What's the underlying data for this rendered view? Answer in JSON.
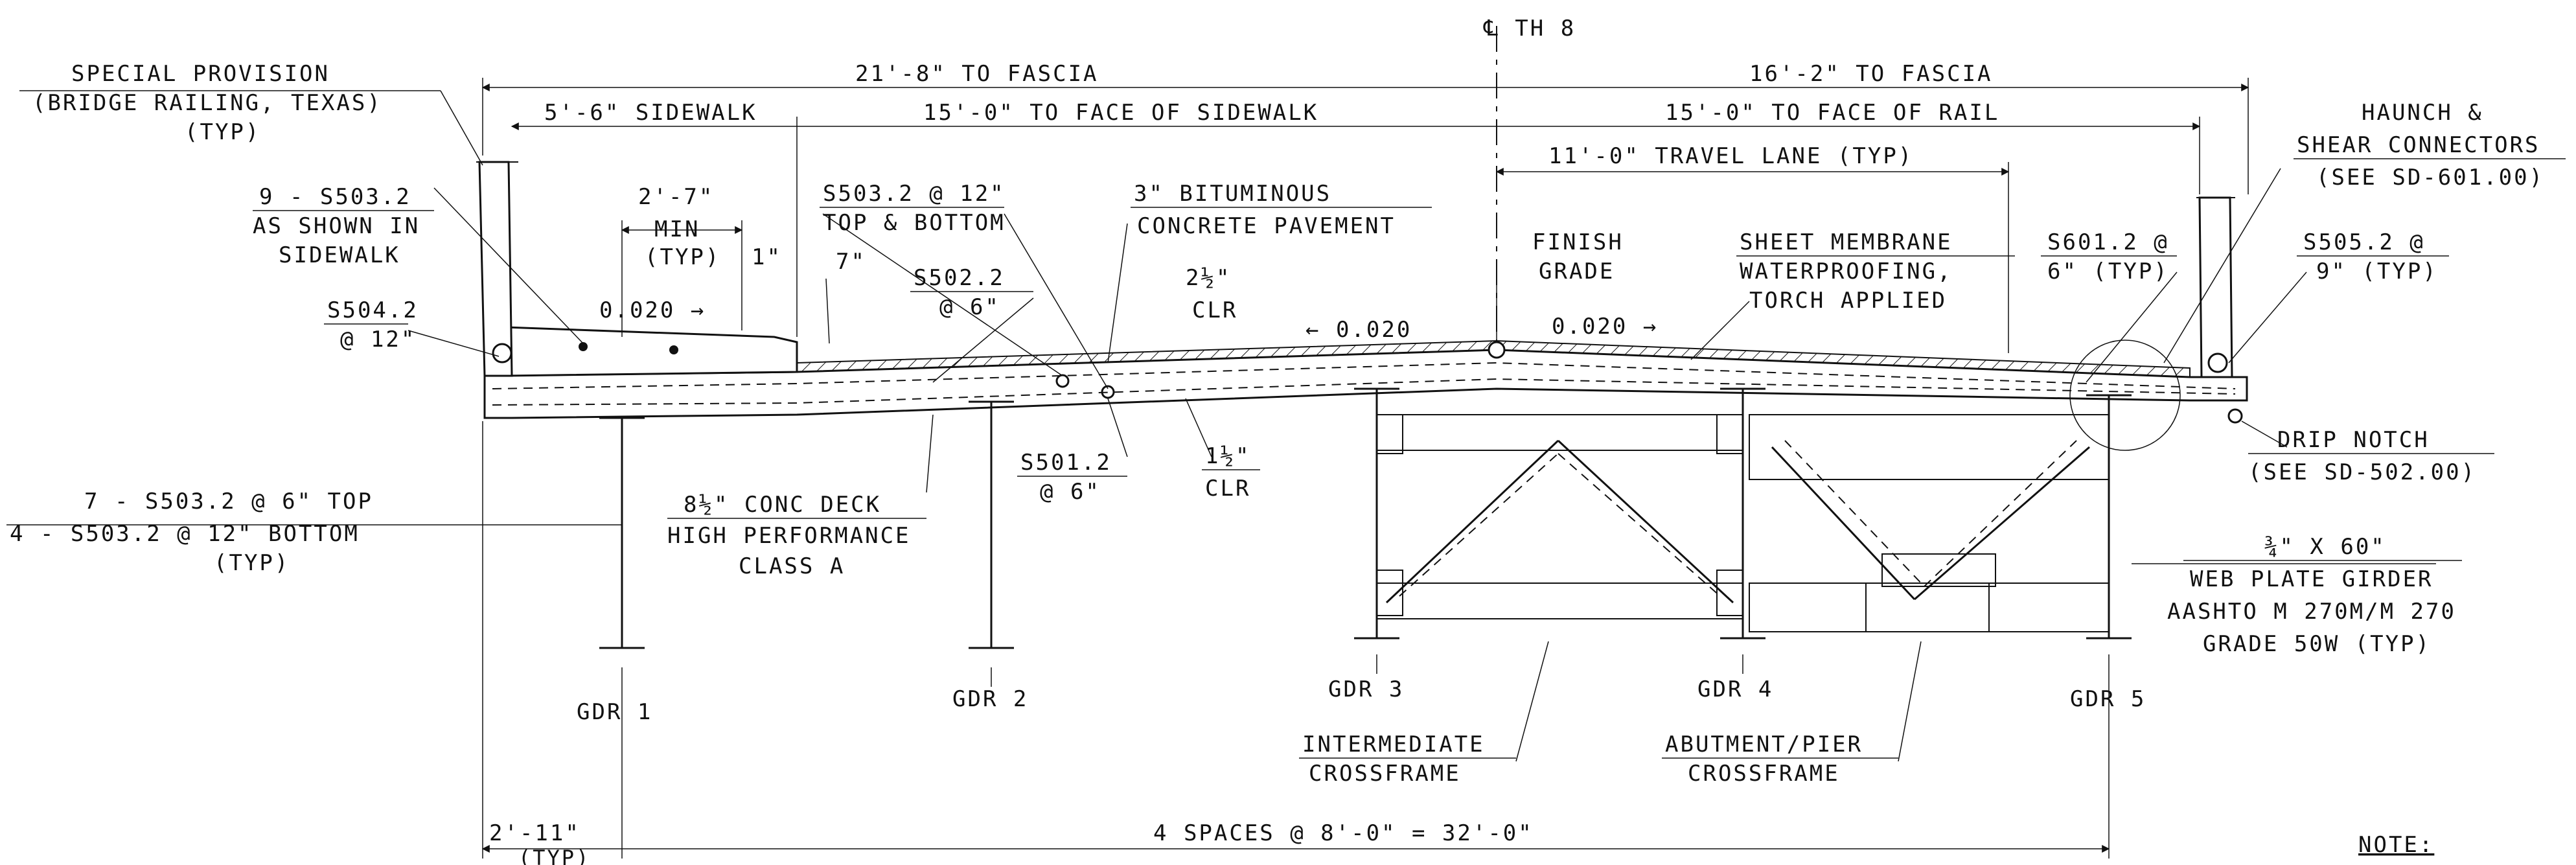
{
  "centerline": "℄ TH 8",
  "dims": {
    "left_fascia": "21'-8\" TO FASCIA",
    "right_fascia": "16'-2\" TO FASCIA",
    "sidewalk": "5'-6\" SIDEWALK",
    "face_sidewalk": "15'-0\" TO FACE OF SIDEWALK",
    "face_rail": "15'-0\" TO FACE OF RAIL",
    "travel_lane": "11'-0\" TRAVEL LANE (TYP)",
    "min_line1": "2'-7\"",
    "min_line2": "MIN",
    "min_line3": "(TYP)",
    "one_inch": "1\"",
    "seven_inch": "7\"",
    "clr_top_line1": "2½\"",
    "clr_top_line2": "CLR",
    "clr_bot_line1": "1½\"",
    "clr_bot_line2": "CLR",
    "overhang_line1": "2'-11\"",
    "overhang_line2": "(TYP)",
    "spaces": "4 SPACES @ 8'-0\" = 32'-0\""
  },
  "slopes": {
    "left_walk": "0.020 →",
    "center_left": "← 0.020",
    "center_right": "0.020 →"
  },
  "notes": {
    "special_line1": "SPECIAL PROVISION",
    "special_line2": "(BRIDGE RAILING, TEXAS)",
    "special_line3": "(TYP)",
    "nine_line1": "9 - S503.2",
    "nine_line2": "AS SHOWN IN",
    "nine_line3": "SIDEWALK",
    "s5042_line1": "S504.2",
    "s5042_line2": "@ 12\"",
    "seven_line1": "7 - S503.2 @ 6\" TOP",
    "seven_line2": "4 - S503.2 @ 12\" BOTTOM",
    "seven_line3": "(TYP)",
    "s5032_line1": "S503.2 @ 12\"",
    "s5032_line2": "TOP & BOTTOM",
    "s5022_line1": "S502.2",
    "s5022_line2": "@ 6\"",
    "bit_line1": "3\" BITUMINOUS",
    "bit_line2": "CONCRETE PAVEMENT",
    "deck_line1": "8½\" CONC DECK",
    "deck_line2": "HIGH PERFORMANCE",
    "deck_line3": "CLASS A",
    "s5012_line1": "S501.2",
    "s5012_line2": "@ 6\"",
    "finish_line1": "FINISH",
    "finish_line2": "GRADE",
    "membrane_line1": "SHEET MEMBRANE",
    "membrane_line2": "WATERPROOFING,",
    "membrane_line3": "TORCH APPLIED",
    "s6012_line1": "S601.2 @",
    "s6012_line2": "6\" (TYP)",
    "haunch_line1": "HAUNCH &",
    "haunch_line2": "SHEAR CONNECTORS",
    "haunch_line3": "(SEE SD-601.00)",
    "s5052_line1": "S505.2 @",
    "s5052_line2": "9\" (TYP)",
    "drip_line1": "DRIP NOTCH",
    "drip_line2": "(SEE SD-502.00)",
    "web_line1": "¾\" X 60\"",
    "web_line2": "WEB PLATE GIRDER",
    "web_line3": "AASHTO M 270M/M 270",
    "web_line4": "GRADE 50W (TYP)",
    "inter_line1": "INTERMEDIATE",
    "inter_line2": "CROSSFRAME",
    "abut_line1": "ABUTMENT/PIER",
    "abut_line2": "CROSSFRAME",
    "note": "NOTE:"
  },
  "girders": [
    "GDR 1",
    "GDR 2",
    "GDR 3",
    "GDR 4",
    "GDR 5"
  ]
}
